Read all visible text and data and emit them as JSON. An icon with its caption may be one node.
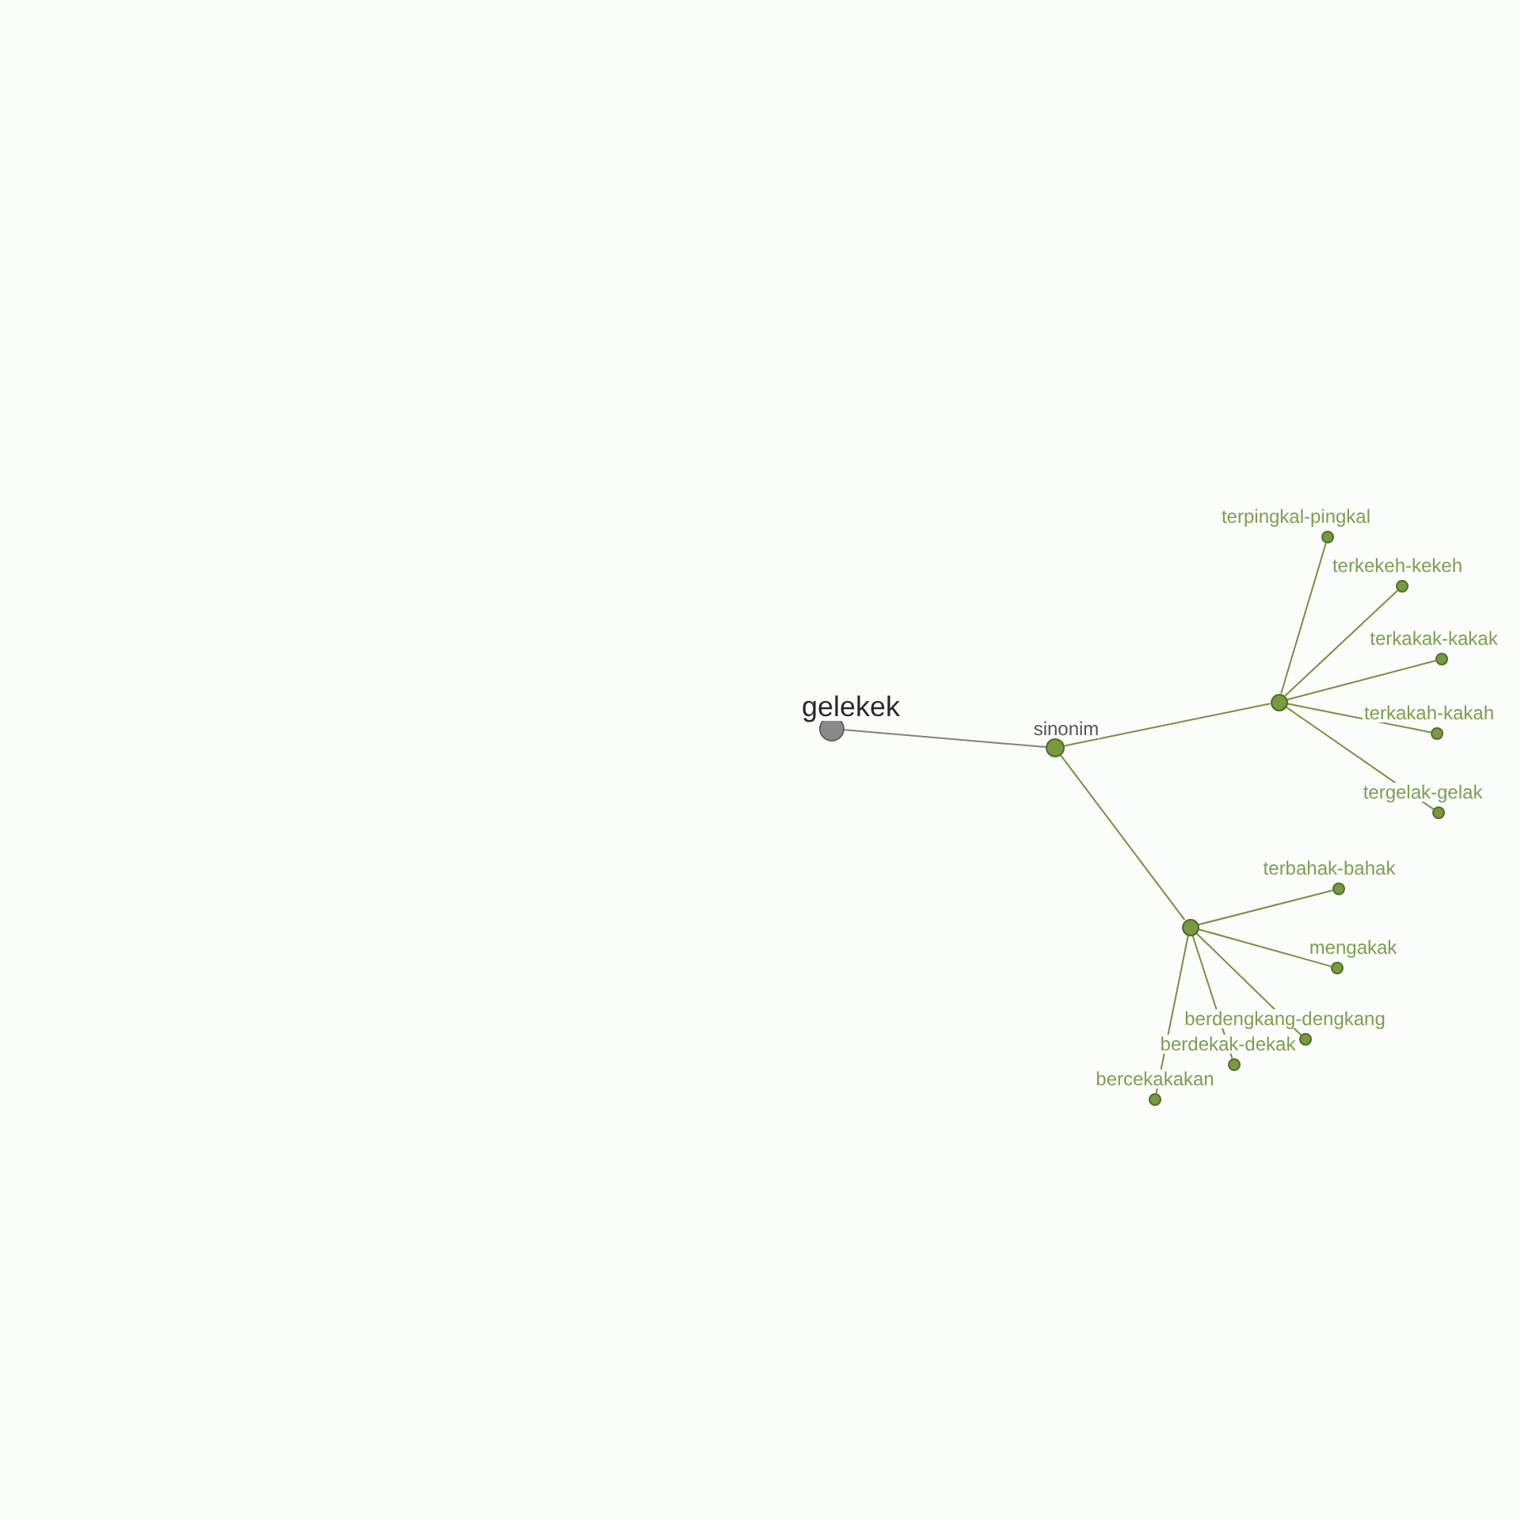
{
  "diagram": {
    "nodes": [
      {
        "text": [],
        "shape": "circle",
        "beside": [
          "gelekek"
        ]
      },
      {
        "text": [],
        "shape": "circle",
        "beside": [
          "sinonim"
        ]
      },
      {
        "text": [],
        "shape": "circle"
      },
      {
        "text": [],
        "shape": "circle",
        "beside": [
          "terpingkal-pingkal"
        ]
      },
      {
        "text": [],
        "shape": "circle",
        "beside": [
          "terkekeh-kekeh"
        ]
      },
      {
        "text": [],
        "shape": "circle",
        "beside": [
          "terkakak-kakak"
        ]
      },
      {
        "text": [],
        "shape": "circle",
        "beside": [
          "terkakah-kakah"
        ]
      },
      {
        "text": [],
        "shape": "circle",
        "beside": [
          "tergelak-gelak"
        ]
      },
      {
        "text": [],
        "shape": "circle"
      },
      {
        "text": [],
        "shape": "circle",
        "beside": [
          "terbahak-bahak"
        ]
      },
      {
        "text": [],
        "shape": "circle",
        "beside": [
          "mengakak"
        ]
      },
      {
        "text": [],
        "shape": "circle",
        "beside": [
          "berdengkang-dengkang"
        ]
      },
      {
        "text": [],
        "shape": "circle",
        "beside": [
          "berdekak-dekak"
        ]
      },
      {
        "text": [],
        "shape": "circle",
        "beside": [
          "bercekakakan"
        ]
      }
    ],
    "edges": [
      {
        "from": 0,
        "to": 1,
        "arrow": "none",
        "color": "#808080"
      },
      {
        "from": 1,
        "to": 2,
        "arrow": "none"
      },
      {
        "from": 2,
        "to": 3,
        "arrow": "none"
      },
      {
        "from": 2,
        "to": 4,
        "arrow": "none"
      },
      {
        "from": 2,
        "to": 5,
        "arrow": "none"
      },
      {
        "from": 2,
        "to": 6,
        "arrow": "none"
      },
      {
        "from": 2,
        "to": 7,
        "arrow": "none"
      },
      {
        "from": 1,
        "to": 8,
        "arrow": "none"
      },
      {
        "from": 8,
        "to": 9,
        "arrow": "none"
      },
      {
        "from": 8,
        "to": 10,
        "arrow": "none"
      },
      {
        "from": 8,
        "to": 11,
        "arrow": "none"
      },
      {
        "from": 8,
        "to": 12,
        "arrow": "none"
      },
      {
        "from": 8,
        "to": 13,
        "arrow": "none"
      }
    ]
  }
}
